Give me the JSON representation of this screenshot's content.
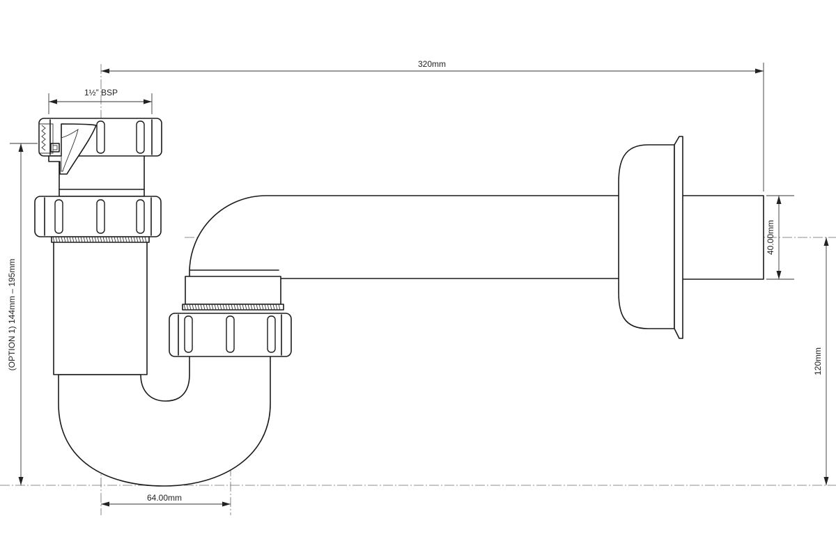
{
  "labels": {
    "overall_length": "320mm",
    "thread_size": "1½” BSP",
    "outlet_diameter": "40.00mm",
    "height_range": "(OPTION 1)  144mm – 195mm",
    "outlet_height": "120mm",
    "trap_spacing": "64.00mm"
  },
  "colors": {
    "line": "#1a1a1a",
    "centerline": "#6a6a6a",
    "background": "#ffffff"
  }
}
